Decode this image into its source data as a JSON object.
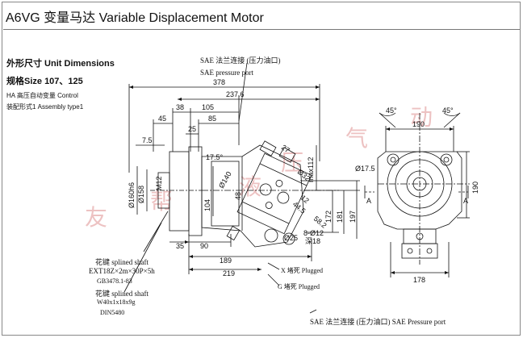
{
  "header": {
    "title": "A6VG 变量马达 Variable Displacement Motor"
  },
  "specs": {
    "units_label": "外形尺寸 Unit Dimensions",
    "size_label": "规格Size 107、125",
    "control_label": "HA 高压自动变量 Control",
    "assembly_label": "装配形式1 Assembly type1"
  },
  "ports": {
    "top_cn": "SAE 法兰连接 (压力油口)",
    "top_en": "SAE pressure port",
    "bottom": "SAE 法兰连接 (压力油口)  SAE Pressure port"
  },
  "dimensions": {
    "top": [
      "378",
      "237.6",
      "38",
      "105",
      "45",
      "85",
      "25",
      "7.5"
    ],
    "left": [
      "Ø160h6",
      "Ø158",
      "M12"
    ],
    "center": [
      "17.5°",
      "104",
      "48",
      "Ø25",
      "8-Ø12",
      "35",
      "90",
      "189",
      "219",
      "Ø140"
    ],
    "right": [
      "max112",
      "172",
      "181",
      "197",
      "Ø17.5",
      "45°",
      "45°",
      "190",
      "190",
      "178"
    ],
    "small": [
      "27",
      "44.5",
      "12",
      "Ø32",
      "58.2"
    ],
    "flange_tag": "深18"
  },
  "shaft_notes": {
    "spline_cn": "花键 splined shaft",
    "spline_spec": "EXT18Z×2m×30P×5h",
    "spline_std": "GB3478.1-83",
    "key_cn": "花键 splined shaft",
    "key_spec": "W40x1x18x9g",
    "key_std": "DIN5480"
  },
  "plug_notes": {
    "x": "X  堵死 Plugged",
    "g": "G  堵死 Plugged"
  },
  "section_marks": {
    "a": "A",
    "b": "A"
  },
  "watermark": [
    "友",
    "帮",
    "液",
    "压",
    "气",
    "动"
  ]
}
